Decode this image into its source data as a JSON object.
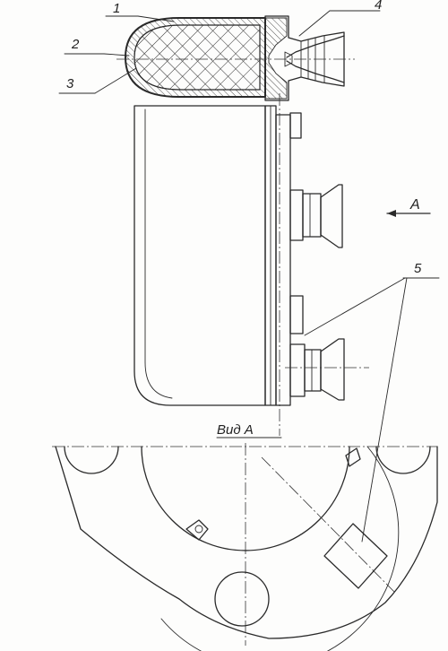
{
  "figure": {
    "callouts": [
      {
        "id": "c1",
        "text": "1"
      },
      {
        "id": "c2",
        "text": "2"
      },
      {
        "id": "c3",
        "text": "3"
      },
      {
        "id": "c4",
        "text": "4"
      },
      {
        "id": "c5",
        "text": "5"
      }
    ],
    "view_arrow_label": "A",
    "view_title": "Вид А"
  },
  "colors": {
    "ink": "#2a2a2a",
    "paper": "#fdfdfc"
  }
}
